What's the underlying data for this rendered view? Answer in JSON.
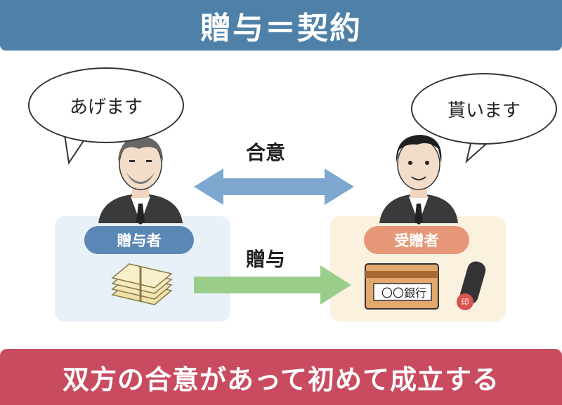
{
  "header": {
    "title": "贈与＝契約"
  },
  "left_party": {
    "speech": "あげます",
    "role": "贈与者"
  },
  "right_party": {
    "speech": "貰います",
    "role": "受贈者"
  },
  "arrows": {
    "agreement_label": "合意",
    "gift_label": "贈与"
  },
  "bank_card": {
    "label": "〇〇銀行"
  },
  "seal": {
    "mark": "印"
  },
  "footer": {
    "message": "双方の合意があって初めて成立する"
  },
  "colors": {
    "title_bg": "#4f81a8",
    "footer_bg": "#c84b5f",
    "agreement_arrow": "#7ea7cf",
    "gift_arrow": "#9acd8a",
    "left_badge": "#5b87b6",
    "right_badge": "#e59777"
  }
}
